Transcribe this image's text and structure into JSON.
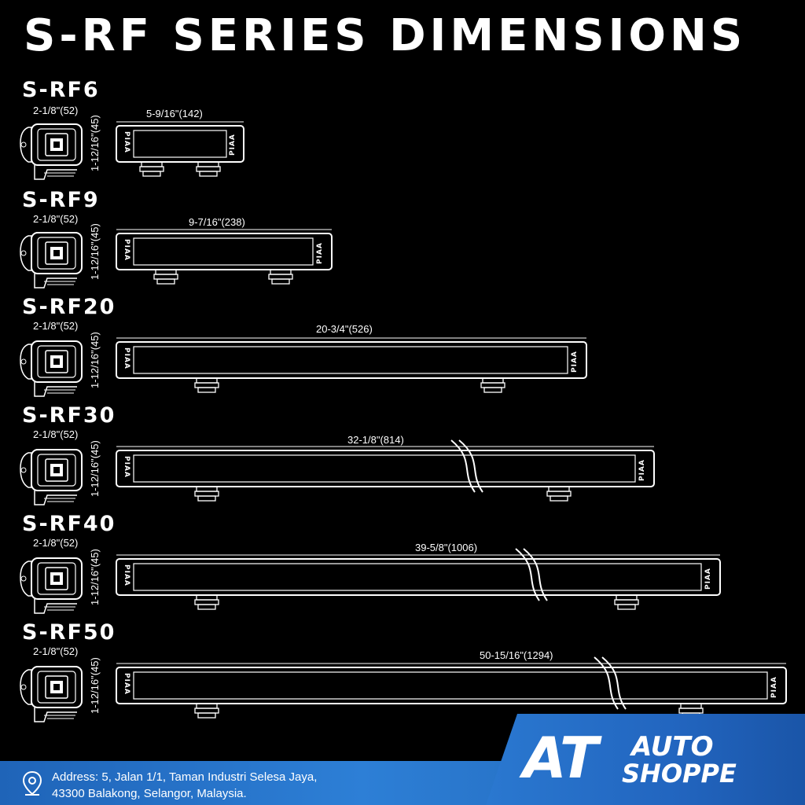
{
  "title": "S-RF SERIES DIMENSIONS",
  "models": [
    {
      "name": "S-RF6",
      "length": "5-9/16\"(142)",
      "width": "2-1/8\"(52)",
      "height": "1-12/16\"(45)"
    },
    {
      "name": "S-RF9",
      "length": "9-7/16\"(238)",
      "width": "2-1/8\"(52)",
      "height": "1-12/16\"(45)"
    },
    {
      "name": "S-RF20",
      "length": "20-3/4\"(526)",
      "width": "2-1/8\"(52)",
      "height": "1-12/16\"(45)"
    },
    {
      "name": "S-RF30",
      "length": "32-1/8\"(814)",
      "width": "2-1/8\"(52)",
      "height": "1-12/16\"(45)"
    },
    {
      "name": "S-RF40",
      "length": "39-5/8\"(1006)",
      "width": "2-1/8\"(52)",
      "height": "1-12/16\"(45)"
    },
    {
      "name": "S-RF50",
      "length": "50-15/16\"(1294)",
      "width": "2-1/8\"(52)",
      "height": "1-12/16\"(45)"
    }
  ],
  "brand_mark": "PIAA",
  "footer": {
    "address_line1": "Address: 5, Jalan 1/1, Taman Industri Selesa Jaya,",
    "address_line2": "43300 Balakong, Selangor, Malaysia.",
    "logo_at": "AT",
    "logo_auto": "AUTO",
    "logo_shoppe": "SHOPPE",
    "accent_color": "#2a78d0"
  },
  "icons": {
    "address": "location-pin-icon"
  }
}
